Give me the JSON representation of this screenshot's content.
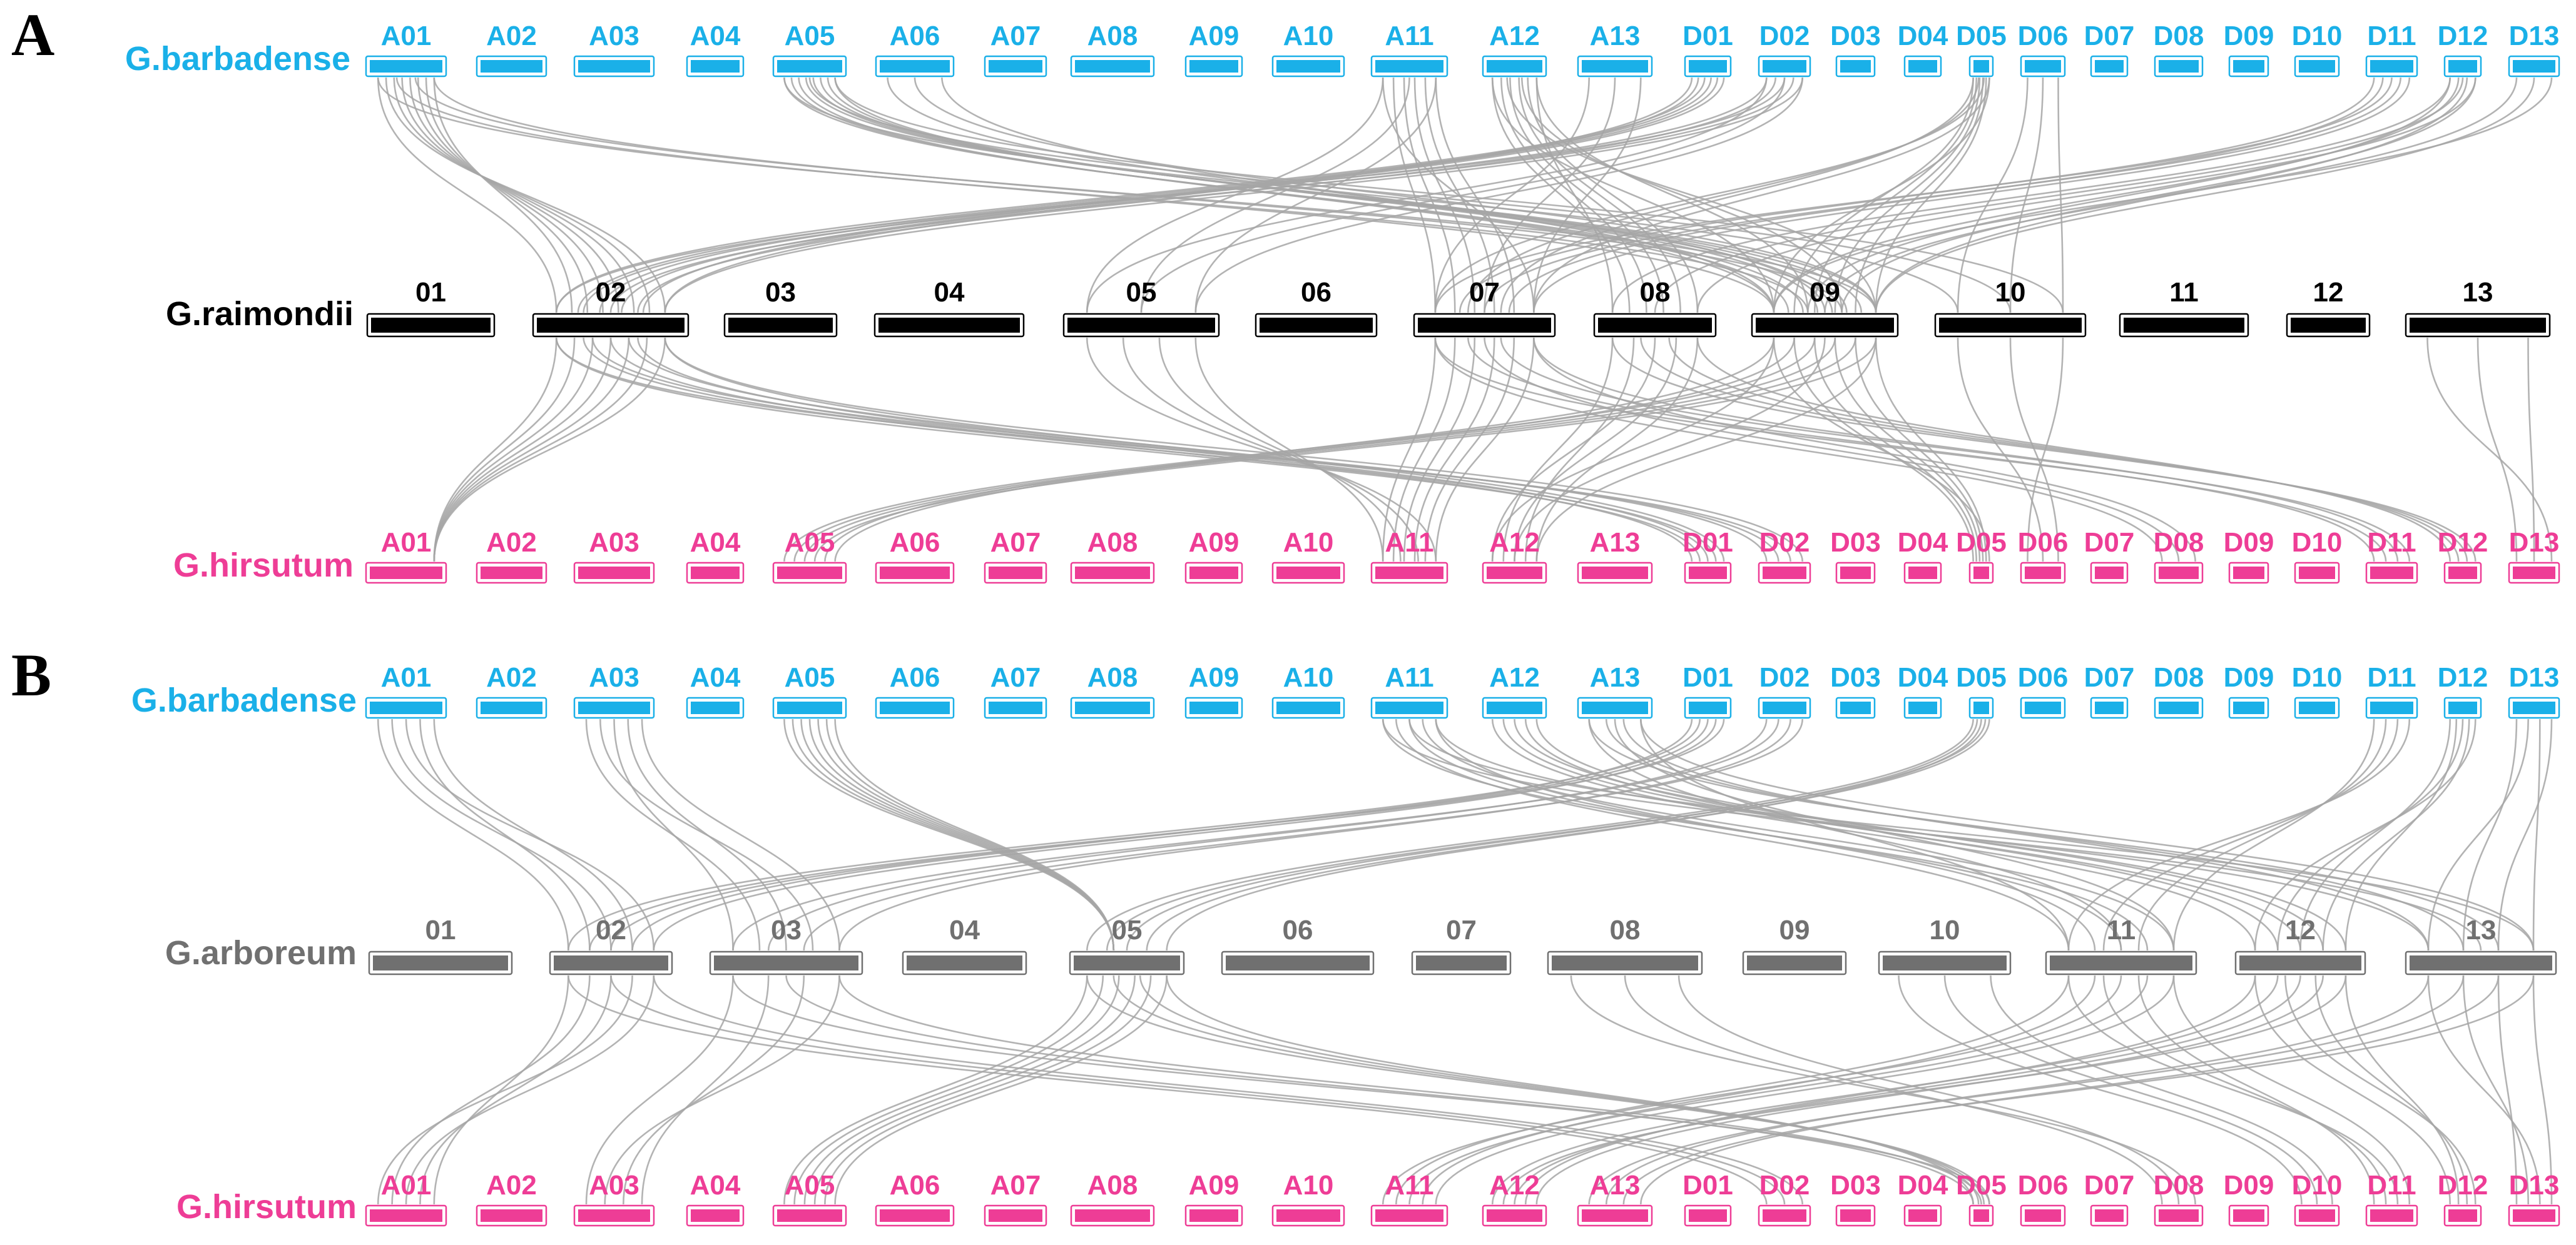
{
  "colors": {
    "barbadense": "#1ab0e8",
    "hirsutum": "#ee3d96",
    "raimondii": "#000000",
    "arboreum": "#707070",
    "link": "#a6a6a6"
  },
  "panels": [
    {
      "letter": "A",
      "top": {
        "species": "G.barbadense",
        "color_key": "barbadense",
        "chromosomes": [
          "A01",
          "A02",
          "A03",
          "A04",
          "A05",
          "A06",
          "A07",
          "A08",
          "A09",
          "A10",
          "A11",
          "A12",
          "A13",
          "D01",
          "D02",
          "D03",
          "D04",
          "D05",
          "D06",
          "D07",
          "D08",
          "D09",
          "D10",
          "D11",
          "D12",
          "D13"
        ]
      },
      "middle": {
        "species": "G.raimondii",
        "color_key": "raimondii",
        "chromosomes": [
          "01",
          "02",
          "03",
          "04",
          "05",
          "06",
          "07",
          "08",
          "09",
          "10",
          "11",
          "12",
          "13"
        ]
      },
      "bottom": {
        "species": "G.hirsutum",
        "color_key": "hirsutum",
        "chromosomes": [
          "A01",
          "A02",
          "A03",
          "A04",
          "A05",
          "A06",
          "A07",
          "A08",
          "A09",
          "A10",
          "A11",
          "A12",
          "A13",
          "D01",
          "D02",
          "D03",
          "D04",
          "D05",
          "D06",
          "D07",
          "D08",
          "D09",
          "D10",
          "D11",
          "D12",
          "D13"
        ]
      }
    },
    {
      "letter": "B",
      "top": {
        "species": "G.barbadense",
        "color_key": "barbadense",
        "chromosomes": [
          "A01",
          "A02",
          "A03",
          "A04",
          "A05",
          "A06",
          "A07",
          "A08",
          "A09",
          "A10",
          "A11",
          "A12",
          "A13",
          "D01",
          "D02",
          "D03",
          "D04",
          "D05",
          "D06",
          "D07",
          "D08",
          "D09",
          "D10",
          "D11",
          "D12",
          "D13"
        ]
      },
      "middle": {
        "species": "G.arboreum",
        "color_key": "arboreum",
        "chromosomes": [
          "01",
          "02",
          "03",
          "04",
          "05",
          "06",
          "07",
          "08",
          "09",
          "10",
          "11",
          "12",
          "13"
        ]
      },
      "bottom": {
        "species": "G.hirsutum",
        "color_key": "hirsutum",
        "chromosomes": [
          "A01",
          "A02",
          "A03",
          "A04",
          "A05",
          "A06",
          "A07",
          "A08",
          "A09",
          "A10",
          "A11",
          "A12",
          "A13",
          "D01",
          "D02",
          "D03",
          "D04",
          "D05",
          "D06",
          "D07",
          "D08",
          "D09",
          "D10",
          "D11",
          "D12",
          "D13"
        ]
      }
    }
  ],
  "links": [
    [
      {
        "from": "top",
        "a": "A01",
        "to": "middle",
        "b": "02",
        "n": 8
      },
      {
        "from": "top",
        "a": "A01",
        "to": "middle",
        "b": "09",
        "n": 4
      },
      {
        "from": "top",
        "a": "A05",
        "to": "middle",
        "b": "09",
        "n": 8
      },
      {
        "from": "top",
        "a": "A05",
        "to": "middle",
        "b": "10",
        "n": 3
      },
      {
        "from": "top",
        "a": "A06",
        "to": "middle",
        "b": "09",
        "n": 3
      },
      {
        "from": "top",
        "a": "A11",
        "to": "middle",
        "b": "07",
        "n": 6
      },
      {
        "from": "top",
        "a": "A11",
        "to": "middle",
        "b": "05",
        "n": 3
      },
      {
        "from": "top",
        "a": "A12",
        "to": "middle",
        "b": "08",
        "n": 6
      },
      {
        "from": "top",
        "a": "A12",
        "to": "middle",
        "b": "09",
        "n": 4
      },
      {
        "from": "top",
        "a": "A13",
        "to": "middle",
        "b": "07",
        "n": 3
      },
      {
        "from": "top",
        "a": "D01",
        "to": "middle",
        "b": "02",
        "n": 6
      },
      {
        "from": "top",
        "a": "D02",
        "to": "middle",
        "b": "02",
        "n": 5
      },
      {
        "from": "top",
        "a": "D02",
        "to": "middle",
        "b": "05",
        "n": 3
      },
      {
        "from": "top",
        "a": "D05",
        "to": "middle",
        "b": "09",
        "n": 6
      },
      {
        "from": "top",
        "a": "D05",
        "to": "middle",
        "b": "07",
        "n": 4
      },
      {
        "from": "top",
        "a": "D06",
        "to": "middle",
        "b": "10",
        "n": 3
      },
      {
        "from": "top",
        "a": "D11",
        "to": "middle",
        "b": "07",
        "n": 5
      },
      {
        "from": "top",
        "a": "D12",
        "to": "middle",
        "b": "09",
        "n": 4
      },
      {
        "from": "top",
        "a": "D12",
        "to": "middle",
        "b": "08",
        "n": 3
      },
      {
        "from": "top",
        "a": "D13",
        "to": "middle",
        "b": "09",
        "n": 3
      },
      {
        "from": "middle",
        "a": "02",
        "to": "bottom",
        "b": "A01",
        "n": 7
      },
      {
        "from": "middle",
        "a": "02",
        "to": "bottom",
        "b": "D01",
        "n": 5
      },
      {
        "from": "middle",
        "a": "02",
        "to": "bottom",
        "b": "D02",
        "n": 4
      },
      {
        "from": "middle",
        "a": "05",
        "to": "bottom",
        "b": "A11",
        "n": 4
      },
      {
        "from": "middle",
        "a": "07",
        "to": "bottom",
        "b": "A11",
        "n": 6
      },
      {
        "from": "middle",
        "a": "07",
        "to": "bottom",
        "b": "D11",
        "n": 4
      },
      {
        "from": "middle",
        "a": "08",
        "to": "bottom",
        "b": "A12",
        "n": 5
      },
      {
        "from": "middle",
        "a": "08",
        "to": "bottom",
        "b": "D12",
        "n": 4
      },
      {
        "from": "middle",
        "a": "09",
        "to": "bottom",
        "b": "A05",
        "n": 6
      },
      {
        "from": "middle",
        "a": "09",
        "to": "bottom",
        "b": "D05",
        "n": 6
      },
      {
        "from": "middle",
        "a": "09",
        "to": "bottom",
        "b": "A12",
        "n": 3
      },
      {
        "from": "middle",
        "a": "10",
        "to": "bottom",
        "b": "D06",
        "n": 3
      },
      {
        "from": "middle",
        "a": "13",
        "to": "bottom",
        "b": "D13",
        "n": 3
      },
      {
        "from": "middle",
        "a": "07",
        "to": "bottom",
        "b": "D08",
        "n": 3
      }
    ],
    [
      {
        "from": "top",
        "a": "A01",
        "to": "middle",
        "b": "02",
        "n": 5
      },
      {
        "from": "top",
        "a": "A03",
        "to": "middle",
        "b": "03",
        "n": 5
      },
      {
        "from": "top",
        "a": "A05",
        "to": "middle",
        "b": "05",
        "n": 7
      },
      {
        "from": "top",
        "a": "A11",
        "to": "middle",
        "b": "11",
        "n": 5
      },
      {
        "from": "top",
        "a": "A11",
        "to": "middle",
        "b": "13",
        "n": 3
      },
      {
        "from": "top",
        "a": "A12",
        "to": "middle",
        "b": "12",
        "n": 5
      },
      {
        "from": "top",
        "a": "A13",
        "to": "middle",
        "b": "13",
        "n": 4
      },
      {
        "from": "top",
        "a": "A13",
        "to": "middle",
        "b": "11",
        "n": 3
      },
      {
        "from": "top",
        "a": "D01",
        "to": "middle",
        "b": "02",
        "n": 5
      },
      {
        "from": "top",
        "a": "D02",
        "to": "middle",
        "b": "03",
        "n": 4
      },
      {
        "from": "top",
        "a": "D05",
        "to": "middle",
        "b": "05",
        "n": 5
      },
      {
        "from": "top",
        "a": "D11",
        "to": "middle",
        "b": "11",
        "n": 4
      },
      {
        "from": "top",
        "a": "D12",
        "to": "middle",
        "b": "12",
        "n": 5
      },
      {
        "from": "top",
        "a": "D13",
        "to": "middle",
        "b": "13",
        "n": 4
      },
      {
        "from": "middle",
        "a": "02",
        "to": "bottom",
        "b": "A01",
        "n": 5
      },
      {
        "from": "middle",
        "a": "02",
        "to": "bottom",
        "b": "D02",
        "n": 3
      },
      {
        "from": "middle",
        "a": "03",
        "to": "bottom",
        "b": "A03",
        "n": 4
      },
      {
        "from": "middle",
        "a": "03",
        "to": "bottom",
        "b": "D05",
        "n": 3
      },
      {
        "from": "middle",
        "a": "05",
        "to": "bottom",
        "b": "A05",
        "n": 6
      },
      {
        "from": "middle",
        "a": "05",
        "to": "bottom",
        "b": "D05",
        "n": 4
      },
      {
        "from": "middle",
        "a": "08",
        "to": "bottom",
        "b": "D08",
        "n": 3
      },
      {
        "from": "middle",
        "a": "11",
        "to": "bottom",
        "b": "A11",
        "n": 5
      },
      {
        "from": "middle",
        "a": "11",
        "to": "bottom",
        "b": "D11",
        "n": 4
      },
      {
        "from": "middle",
        "a": "12",
        "to": "bottom",
        "b": "A12",
        "n": 5
      },
      {
        "from": "middle",
        "a": "12",
        "to": "bottom",
        "b": "D12",
        "n": 4
      },
      {
        "from": "middle",
        "a": "13",
        "to": "bottom",
        "b": "A13",
        "n": 4
      },
      {
        "from": "middle",
        "a": "13",
        "to": "bottom",
        "b": "D13",
        "n": 4
      },
      {
        "from": "middle",
        "a": "10",
        "to": "bottom",
        "b": "D10",
        "n": 3
      }
    ]
  ]
}
